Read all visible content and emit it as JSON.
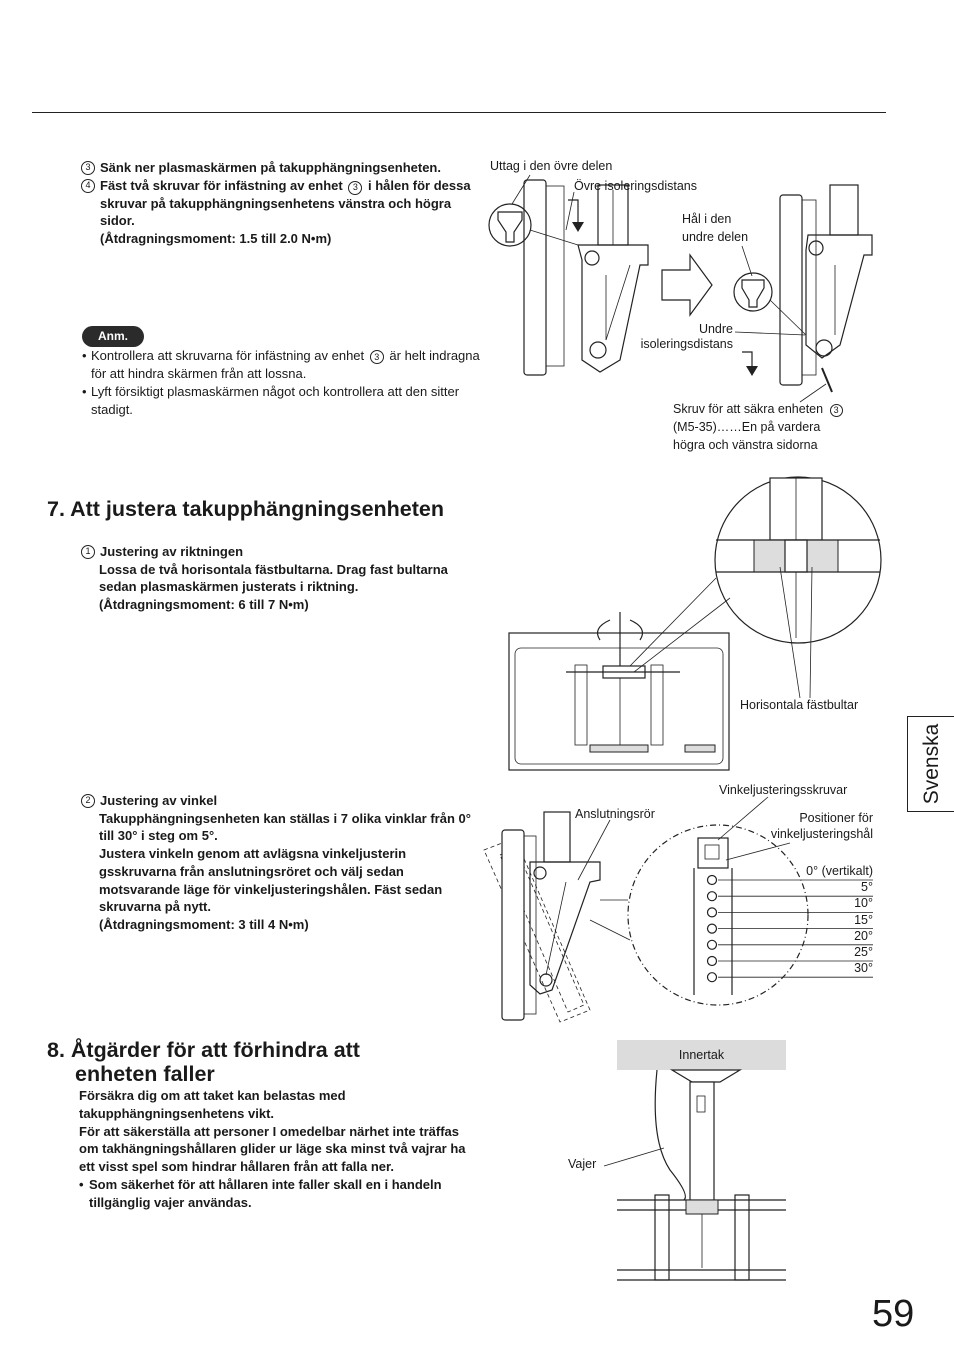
{
  "section6": {
    "step3_num": "3",
    "step3": "Sänk ner plasmaskärmen på takupphängningsenheten.",
    "step4_num": "4",
    "step4_a": "Fäst två skruvar för infästning av enhet",
    "step4_ref": "3",
    "step4_b": "i hålen för",
    "step4_c": "dessa skruvar på takupphängningsenhetens vänstra och högra sidor.",
    "step4_torque": "(Åtdragningsmoment: 1.5 till 2.0 N•m)",
    "note_label": "Anm.",
    "note1_a": "Kontrollera att skruvarna för infästning av enhet",
    "note1_ref": "3",
    "note1_b": "är helt indragna för att hindra skärmen från att lossna.",
    "note2": "Lyft försiktigt plasmaskärmen något och kontrollera att den sitter stadigt.",
    "fig_upper_outlet": "Uttag i den övre delen",
    "fig_upper_spacer": "Övre isoleringsdistans",
    "fig_hole_lower_1": "Hål i den",
    "fig_hole_lower_2": "undre delen",
    "fig_lower_spacer_1": "Undre",
    "fig_lower_spacer_2": "isoleringsdistans",
    "fig_screw_1": "Skruv för att säkra enheten",
    "fig_screw_ref": "3",
    "fig_screw_2": "(M5-35)……En på vardera",
    "fig_screw_3": "högra och vänstra sidorna"
  },
  "section7": {
    "heading": "7. Att justera takupphängningsenheten",
    "item1_num": "1",
    "item1_title": "Justering av riktningen",
    "item1_body": "Lossa de två horisontala fästbultarna. Drag fast bultarna sedan plasmaskärmen justerats i riktning.",
    "item1_torque": "(Åtdragningsmoment: 6 till 7 N•m)",
    "fig1_label": "Horisontala fästbultar",
    "item2_num": "2",
    "item2_title": "Justering av vinkel",
    "item2_body1": "Takupphängningsenheten kan ställas i 7 olika vinklar från 0° till 30° i steg om 5°.",
    "item2_body2": "Justera vinkeln genom att avlägsna vinkeljusterin gsskruvarna från anslutningsröret och välj sedan motsvarande läge för vinkeljusteringshålen. Fäst sedan skruvarna på nytt.",
    "item2_torque": "(Åtdragningsmoment: 3 till 4 N•m)",
    "fig2_pipe": "Anslutningsrör",
    "fig2_screws": "Vinkeljusteringsskruvar",
    "fig2_positions_1": "Positioner för",
    "fig2_positions_2": "vinkeljusteringshål",
    "angles": [
      "0° (vertikalt)",
      "5°",
      "10°",
      "15°",
      "20°",
      "25°",
      "30°"
    ]
  },
  "section8": {
    "heading_1": "8. Åtgärder för att förhindra att",
    "heading_2": "enheten faller",
    "body1": "Försäkra dig om att taket kan belastas med takupphängningsenhetens vikt.",
    "body2": "För att säkerställa att personer I omedelbar närhet inte träffas om takhängningshållaren glider ur läge ska minst två vajrar ha ett visst spel som hindrar hållaren från att falla ner.",
    "bullet": "Som säkerhet för att hållaren inte faller skall en i handeln tillgänglig vajer användas.",
    "fig_ceiling": "Innertak",
    "fig_wire": "Vajer"
  },
  "side_tab": "Svenska",
  "page_number": "59"
}
